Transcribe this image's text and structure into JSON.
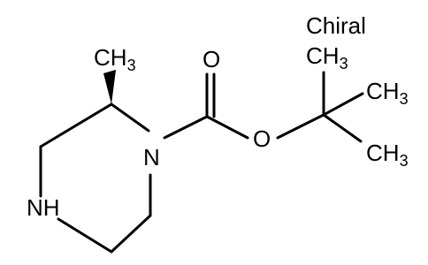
{
  "structure_label": "Chiral",
  "atoms": {
    "methyl": {
      "main": "CH",
      "sub": "3"
    },
    "carbonyl_oxygen": {
      "main": "O"
    },
    "ester_oxygen": {
      "main": "O"
    },
    "ring_nitrogen": {
      "main": "N"
    },
    "amine": {
      "main": "NH"
    },
    "tbutyl_methyl_top": {
      "main": "CH",
      "sub": "3"
    },
    "tbutyl_methyl_right": {
      "main": "CH",
      "sub": "3"
    },
    "tbutyl_methyl_bottom": {
      "main": "CH",
      "sub": "3"
    }
  }
}
